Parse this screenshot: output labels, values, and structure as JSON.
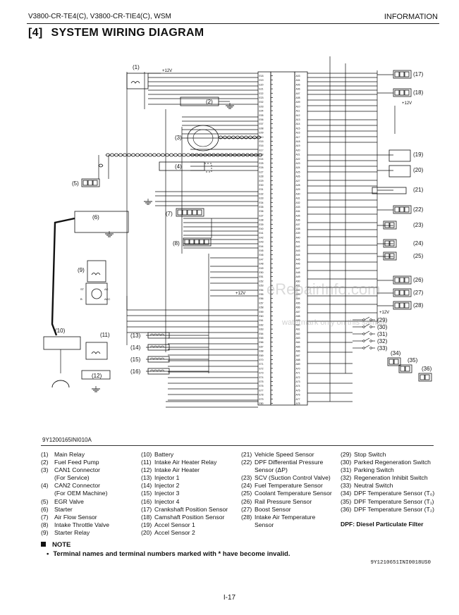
{
  "header": {
    "left": "V3800-CR-TE4(C), V3800-CR-TIE4(C), WSM",
    "right": "INFORMATION"
  },
  "title": {
    "number": "[4]",
    "text": "SYSTEM WIRING DIAGRAM"
  },
  "diagram": {
    "figure_id": "9Y1200165INI010A",
    "supply_labels": [
      "+12V",
      "+12V",
      "+12V",
      "+12V"
    ],
    "callouts": [
      "(1)",
      "(2)",
      "(3)",
      "(4)",
      "(5)",
      "(6)",
      "(9)",
      "(10)",
      "(11)",
      "(12)",
      "(13)",
      "(14)",
      "(15)",
      "(16)",
      "(17)",
      "(18)",
      "(19)",
      "(20)",
      "(21)",
      "(22)",
      "(23)",
      "(24)",
      "(25)",
      "(26)",
      "(27)",
      "(28)",
      "(29)",
      "(30)",
      "(31)",
      "(32)",
      "(33)",
      "(34)",
      "(35)",
      "(36)",
      "(7)",
      "(8)"
    ],
    "ecu_pins_left": [
      "E18",
      "E19",
      "E20",
      "E21",
      "E22",
      "E23",
      "E02",
      "E03",
      "E04",
      "E05",
      "E06",
      "E07",
      "E08",
      "E09",
      "E10",
      "E15",
      "E16",
      "E17",
      "E23",
      "E24",
      "E25",
      "E26",
      "E27",
      "E28",
      "E29",
      "E30",
      "E31",
      "E32",
      "E33",
      "E34",
      "E35",
      "E36",
      "E37",
      "E38",
      "E39",
      "E40",
      "E41",
      "E42",
      "E43",
      "E44",
      "E45",
      "E46",
      "E47",
      "E48",
      "E49",
      "E50",
      "E51",
      "E52",
      "E53",
      "E54",
      "E55",
      "E56",
      "E57",
      "E58",
      "E59",
      "E60",
      "E61",
      "E62",
      "E63",
      "E64",
      "E65",
      "E66",
      "E67",
      "E68",
      "E69",
      "E70",
      "E71",
      "E72",
      "E73",
      "E74",
      "E75",
      "E76",
      "E77",
      "E78",
      "E79",
      "E80"
    ],
    "ecu_pins_right": [
      "A03",
      "A04",
      "A05",
      "A06",
      "A07",
      "A08",
      "A09",
      "A10",
      "A11",
      "A12",
      "A13",
      "A14",
      "A15",
      "A16",
      "A17",
      "A18",
      "A19",
      "A20",
      "A21",
      "A22",
      "A23",
      "A24",
      "A25",
      "A26",
      "A27",
      "A28",
      "A29",
      "A30",
      "A31",
      "A32",
      "A33",
      "A34",
      "A35",
      "A36",
      "A37",
      "A38",
      "A39",
      "A40",
      "A41",
      "A42",
      "A43",
      "A44",
      "A45",
      "A46",
      "A47",
      "A48",
      "A49",
      "A50",
      "A51",
      "A52",
      "A53",
      "A54",
      "A55",
      "A56",
      "A57",
      "A58",
      "A59",
      "A60",
      "A61",
      "A62",
      "A63",
      "A64",
      "A65",
      "A66",
      "A67",
      "A68",
      "A69",
      "A70",
      "A71",
      "A72",
      "A73",
      "A74",
      "A75",
      "A76",
      "A77",
      "A78"
    ],
    "starter_switch_labels": [
      "ST",
      "AC",
      "B",
      "ACC"
    ]
  },
  "legend": {
    "col1": [
      {
        "n": "(1)",
        "t": "Main Relay"
      },
      {
        "n": "(2)",
        "t": "Fuel Feed Pump"
      },
      {
        "n": "(3)",
        "t": "CAN1 Connector",
        "sub": "(For Service)"
      },
      {
        "n": "(4)",
        "t": "CAN2 Connector",
        "sub": "(For OEM Machine)"
      },
      {
        "n": "(5)",
        "t": "EGR Valve"
      },
      {
        "n": "(6)",
        "t": "Starter"
      },
      {
        "n": "(7)",
        "t": "Air Flow Sensor"
      },
      {
        "n": "(8)",
        "t": "Intake Throttle Valve"
      },
      {
        "n": "(9)",
        "t": "Starter Relay"
      }
    ],
    "col2": [
      {
        "n": "(10)",
        "t": "Battery"
      },
      {
        "n": "(11)",
        "t": "Intake Air Heater Relay"
      },
      {
        "n": "(12)",
        "t": "Intake Air Heater"
      },
      {
        "n": "(13)",
        "t": "Injector 1"
      },
      {
        "n": "(14)",
        "t": "Injector 2"
      },
      {
        "n": "(15)",
        "t": "Injector 3"
      },
      {
        "n": "(16)",
        "t": "Injector 4"
      },
      {
        "n": "(17)",
        "t": "Crankshaft Position Sensor"
      },
      {
        "n": "(18)",
        "t": "Camshaft Position Sensor"
      },
      {
        "n": "(19)",
        "t": "Accel Sensor 1"
      },
      {
        "n": "(20)",
        "t": "Accel Sensor 2"
      }
    ],
    "col3": [
      {
        "n": "(21)",
        "t": "Vehicle Speed Sensor"
      },
      {
        "n": "(22)",
        "t": "DPF Differential Pressure",
        "sub": "Sensor (ΔP)"
      },
      {
        "n": "(23)",
        "t": "SCV (Suction Control Valve)"
      },
      {
        "n": "(24)",
        "t": "Fuel Temperature Sensor"
      },
      {
        "n": "(25)",
        "t": "Coolant Temperature Sensor"
      },
      {
        "n": "(26)",
        "t": "Rail Pressure Sensor"
      },
      {
        "n": "(27)",
        "t": "Boost Sensor"
      },
      {
        "n": "(28)",
        "t": "Intake Air Temperature",
        "sub": "Sensor"
      }
    ],
    "col4": [
      {
        "n": "(29)",
        "t": "Stop Switch"
      },
      {
        "n": "(30)",
        "t": "Parked Regeneration Switch"
      },
      {
        "n": "(31)",
        "t": "Parking Switch"
      },
      {
        "n": "(32)",
        "t": "Regeneration Inhibit Switch"
      },
      {
        "n": "(33)",
        "t": "Neutral Switch"
      },
      {
        "n": "(34)",
        "t": "DPF Temperature Sensor (T₀)"
      },
      {
        "n": "(35)",
        "t": "DPF Temperature Sensor (T₁)"
      },
      {
        "n": "(36)",
        "t": "DPF Temperature Sensor (T₂)"
      }
    ],
    "dpf_note": "DPF: Diesel Particulate Filter"
  },
  "note": {
    "heading": "NOTE",
    "bullet": "•",
    "text": "Terminal names and terminal numbers marked with * have become invalid."
  },
  "footer": {
    "code": "9Y1210651INI0018US0",
    "page": "I-17"
  },
  "watermark": {
    "main": "eRepairInfo.com",
    "sub": "watermark only on this sample"
  },
  "colors": {
    "line": "#111111",
    "background": "#ffffff",
    "watermark": "#969696"
  }
}
